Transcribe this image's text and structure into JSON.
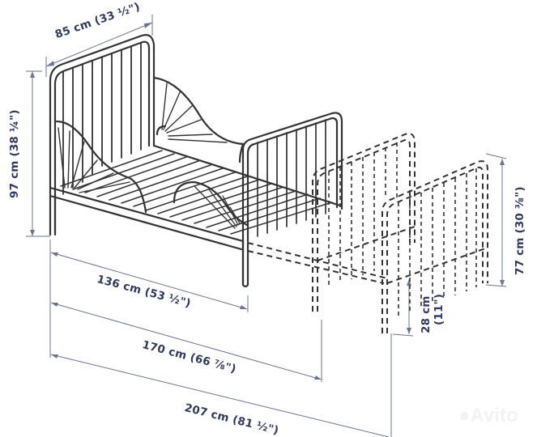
{
  "diagram": {
    "subject": "Extendable metal bed frame with dimensions",
    "colors": {
      "label": "#2f3a5c",
      "dimension_line": "#6b7490",
      "frame": "#333333",
      "background": "#ffffff"
    },
    "dimensions": {
      "width": "85 cm (33 ½\")",
      "height": "97 cm (38 ¼\")",
      "length_min": "136 cm (53 ½\")",
      "length_mid": "170 cm (66 ⅞\")",
      "length_max": "207 cm (81 ½\")",
      "extension_height": "77 cm (30 ⅜\")",
      "leg_height_cm": "28 cm",
      "leg_height_in": "(11\")"
    },
    "watermark": "Avito"
  }
}
